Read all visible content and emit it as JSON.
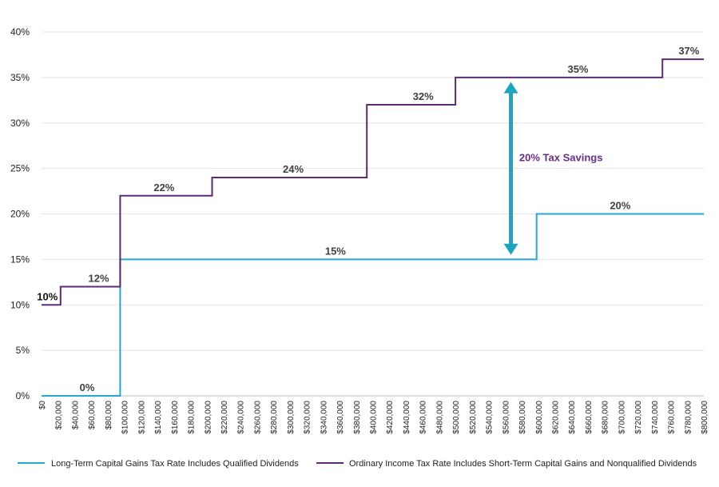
{
  "chart_data": {
    "type": "line",
    "step": true,
    "xlim": [
      0,
      800000
    ],
    "ylim": [
      0,
      40
    ],
    "y_ticks": [
      "0%",
      "5%",
      "10%",
      "15%",
      "20%",
      "25%",
      "30%",
      "35%",
      "40%"
    ],
    "x_ticks": [
      "$0",
      "$20,000",
      "$40,000",
      "$60,000",
      "$80,000",
      "$100,000",
      "$120,000",
      "$140,000",
      "$160,000",
      "$180,000",
      "$200,000",
      "$220,000",
      "$240,000",
      "$260,000",
      "$280,000",
      "$300,000",
      "$320,000",
      "$340,000",
      "$360,000",
      "$380,000",
      "$400,000",
      "$420,000",
      "$440,000",
      "$460,000",
      "$480,000",
      "$500,000",
      "$520,000",
      "$540,000",
      "$560,000",
      "$580,000",
      "$600,000",
      "$620,000",
      "$640,000",
      "$660,000",
      "$680,000",
      "$700,000",
      "$720,000",
      "$740,000",
      "$760,000",
      "$780,000",
      "$800,000"
    ],
    "grid": true,
    "legend_position": "bottom",
    "series": [
      {
        "name": "Long-Term Capital Gains Tax Rate Includes Qualified Dividends",
        "color": "#29a8cf",
        "points": [
          [
            0,
            0
          ],
          [
            95000,
            0
          ],
          [
            95000,
            15
          ],
          [
            598000,
            15
          ],
          [
            598000,
            20
          ],
          [
            800000,
            20
          ]
        ],
        "segment_labels": [
          {
            "text": "0%",
            "x": 55000,
            "y": 0
          },
          {
            "text": "15%",
            "x": 355000,
            "y": 15
          },
          {
            "text": "20%",
            "x": 699000,
            "y": 20
          }
        ]
      },
      {
        "name": "Ordinary Income Tax Rate Includes Short-Term Capital Gains and Nonqualified Dividends",
        "color": "#5b2a78",
        "points": [
          [
            0,
            10
          ],
          [
            23000,
            10
          ],
          [
            23000,
            12
          ],
          [
            95000,
            12
          ],
          [
            95000,
            22
          ],
          [
            206000,
            22
          ],
          [
            206000,
            24
          ],
          [
            393000,
            24
          ],
          [
            393000,
            32
          ],
          [
            500000,
            32
          ],
          [
            500000,
            35
          ],
          [
            750000,
            35
          ],
          [
            750000,
            37
          ],
          [
            800000,
            37
          ]
        ],
        "segment_labels": [
          {
            "text": "10%",
            "x": 7000,
            "y": 10,
            "dark": true
          },
          {
            "text": "12%",
            "x": 69000,
            "y": 12
          },
          {
            "text": "22%",
            "x": 148000,
            "y": 22
          },
          {
            "text": "24%",
            "x": 304000,
            "y": 24
          },
          {
            "text": "32%",
            "x": 461000,
            "y": 32
          },
          {
            "text": "35%",
            "x": 648000,
            "y": 35
          },
          {
            "text": "37%",
            "x": 782000,
            "y": 37
          }
        ]
      }
    ],
    "annotations": [
      {
        "type": "double-arrow",
        "x": 567000,
        "y1": 15.5,
        "y2": 34.5,
        "color": "#1aa6bf"
      },
      {
        "type": "text",
        "text": "20% Tax Savings",
        "x": 577000,
        "y": 25.8,
        "color": "#6a2c8a"
      }
    ]
  }
}
